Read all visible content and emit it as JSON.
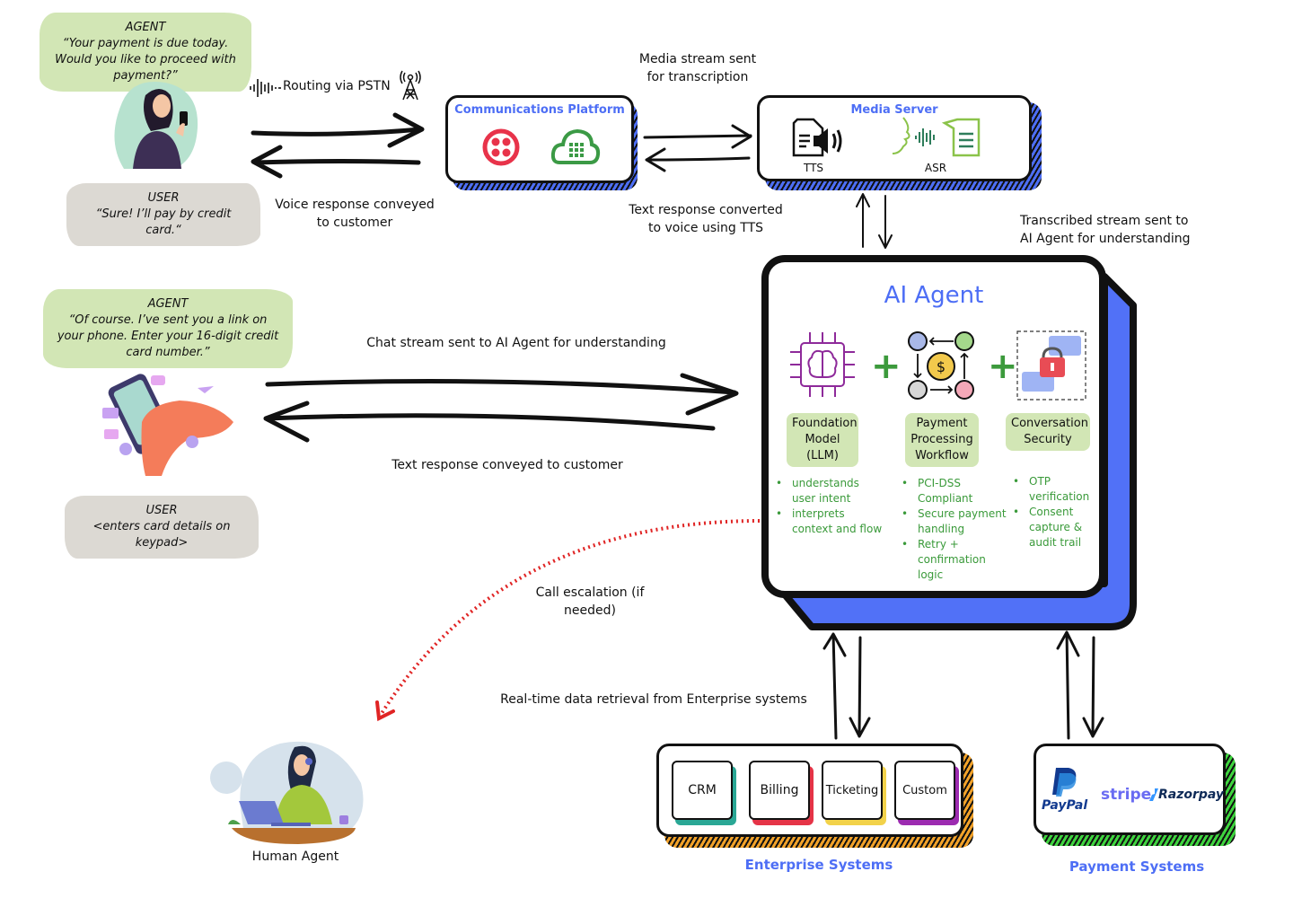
{
  "colors": {
    "accent_blue": "#4d6ef5",
    "bubble_green": "#d2e6b5",
    "bubble_gray": "#dcd9d3",
    "bullet_green": "#3a9a3a",
    "escalation_red": "#e02424",
    "crm": "#2aa795",
    "billing": "#e53447",
    "ticketing": "#f2d24a",
    "custom": "#9c2bb0"
  },
  "voice_channel": {
    "agent_bubble": {
      "speaker": "AGENT",
      "text": "“Your payment is due today. Would you like to proceed with payment?”"
    },
    "user_bubble": {
      "speaker": "USER",
      "text": "“Sure!  I’ll pay by credit card.“"
    },
    "routing_label": "Routing via PSTN",
    "voice_response_label": "Voice response conveyed to customer"
  },
  "chat_channel": {
    "agent_bubble": {
      "speaker": "AGENT",
      "text": "“Of course. I’ve sent you a link on your phone. Enter your 16-digit credit card number.”"
    },
    "user_bubble": {
      "speaker": "USER",
      "text": "<enters card details on keypad>"
    },
    "chat_stream_label": "Chat stream sent to AI Agent for understanding",
    "text_response_label": "Text response conveyed to customer"
  },
  "communications_platform": {
    "title": "Communications Platform",
    "icons": [
      "twilio-logo",
      "cloud-dialpad-logo"
    ]
  },
  "media_server": {
    "title": "Media Server",
    "tts_label": "TTS",
    "asr_label": "ASR"
  },
  "labels": {
    "media_stream": "Media stream sent for transcription",
    "text_to_voice": "Text response converted to voice using TTS",
    "transcribed_stream": "Transcribed stream sent to AI Agent for understanding",
    "call_escalation": "Call escalation (if needed)",
    "realtime_retrieval": "Real-time data retrieval from Enterprise systems",
    "human_agent": "Human Agent"
  },
  "ai_agent": {
    "title": "AI Agent",
    "components": [
      {
        "name": "Foundation Model (LLM)",
        "bullets": [
          "understands user intent",
          "interprets context and flow"
        ]
      },
      {
        "name": "Payment Processing Workflow",
        "bullets": [
          "PCI-DSS Compliant",
          "Secure payment handling",
          "Retry + confirmation logic"
        ]
      },
      {
        "name": "Conversation Security",
        "bullets": [
          "OTP verification",
          "Consent capture & audit trail"
        ]
      }
    ],
    "plus_symbol": "+"
  },
  "enterprise_systems": {
    "title": "Enterprise Systems",
    "items": [
      "CRM",
      "Billing",
      "Ticketing",
      "Custom"
    ]
  },
  "payment_systems": {
    "title": "Payment Systems",
    "items": [
      "PayPal",
      "stripe",
      "Razorpay"
    ]
  }
}
